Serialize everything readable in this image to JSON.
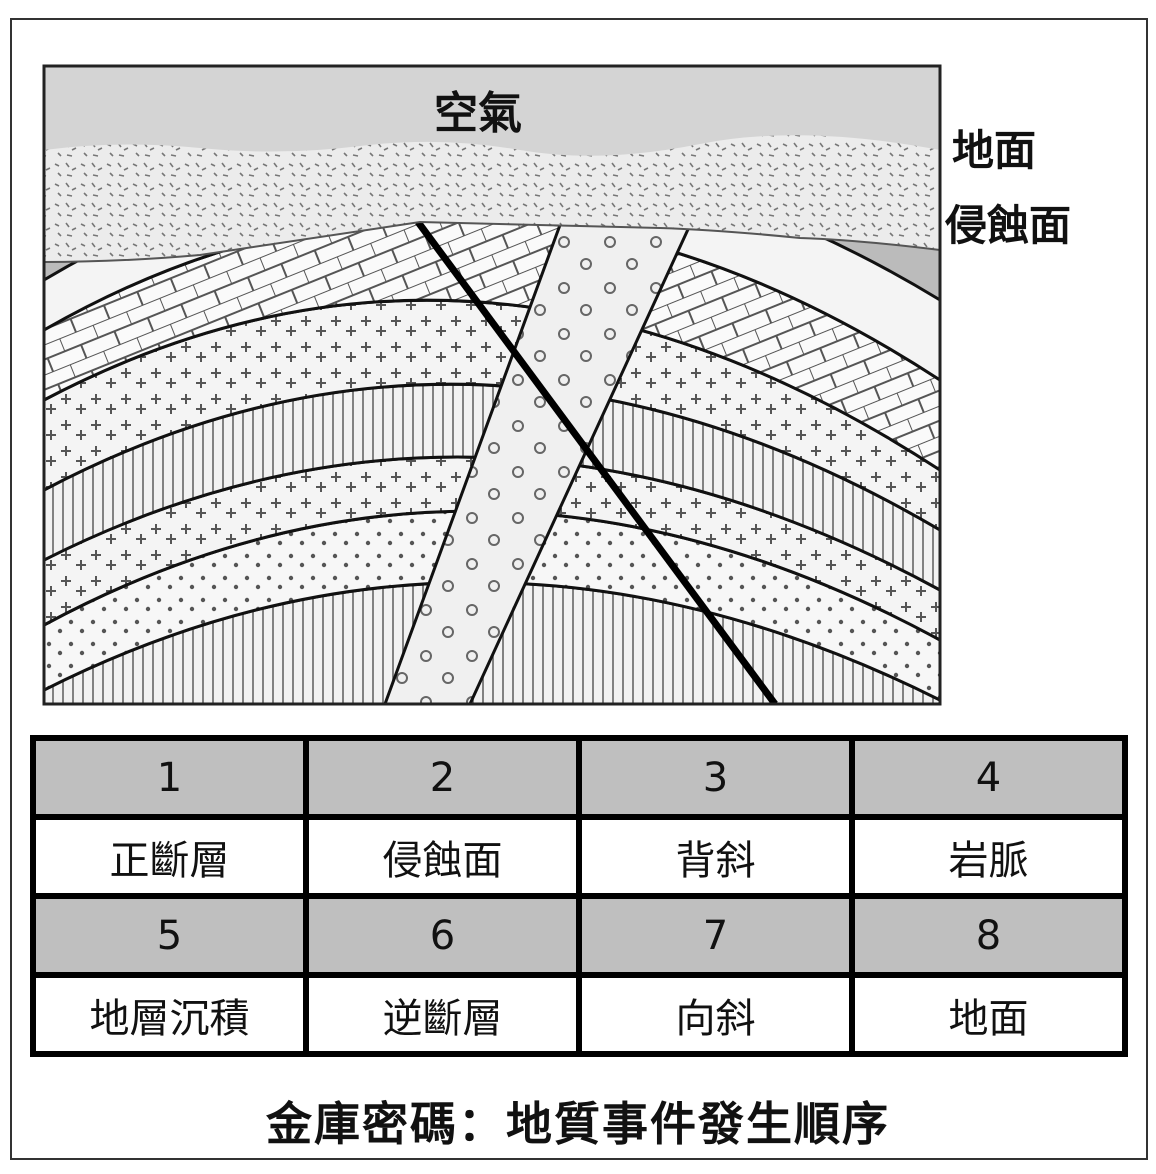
{
  "figure": {
    "labels": {
      "air": "空氣",
      "ground": "地面",
      "erosion": "侵蝕面"
    }
  },
  "table": {
    "rows": [
      [
        "1",
        "2",
        "3",
        "4"
      ],
      [
        "正斷層",
        "侵蝕面",
        "背斜",
        "岩脈"
      ],
      [
        "5",
        "6",
        "7",
        "8"
      ],
      [
        "地層沉積",
        "逆斷層",
        "向斜",
        "地面"
      ]
    ]
  },
  "footer": {
    "title": "金庫密碼：地質事件發生順序"
  }
}
